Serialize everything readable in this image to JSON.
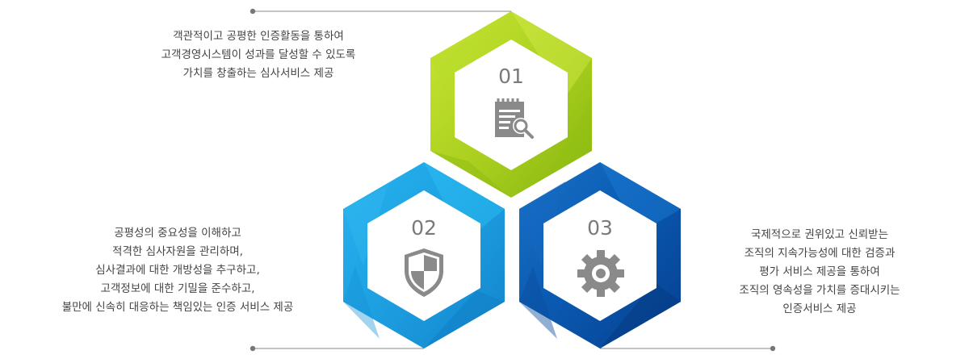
{
  "steps": [
    {
      "number": "01",
      "icon": "document-search-icon",
      "color": "#a9cf1e",
      "lines": [
        "객관적이고 공평한 인증활동을 통하여",
        "고객경영시스템이 성과를 달성할 수 있도록",
        "가치를 창출하는 심사서비스 제공"
      ]
    },
    {
      "number": "02",
      "icon": "shield-icon",
      "color": "#1e9fe0",
      "lines": [
        "공평성의 중요성을 이해하고",
        "적격한 심사자원을 관리하며,",
        "심사결과에 대한 개방성을 추구하고,",
        "고객정보에 대한 기밀을 준수하고,",
        "불만에 신속히 대응하는 책임있는 인증 서비스 제공"
      ]
    },
    {
      "number": "03",
      "icon": "gear-icon",
      "color": "#0a58b0",
      "lines": [
        "국제적으로 권위있고 신뢰받는",
        "조직의  지속가능성에 대한 검증과",
        "평가 서비스 제공을 통하여",
        "조직의 영속성을 가치를 증대시키는",
        "인증서비스 제공"
      ]
    }
  ],
  "colors": {
    "text": "#444444",
    "number": "#7a7a7a",
    "icon": "#8a8a8a",
    "connector": "#888888"
  }
}
